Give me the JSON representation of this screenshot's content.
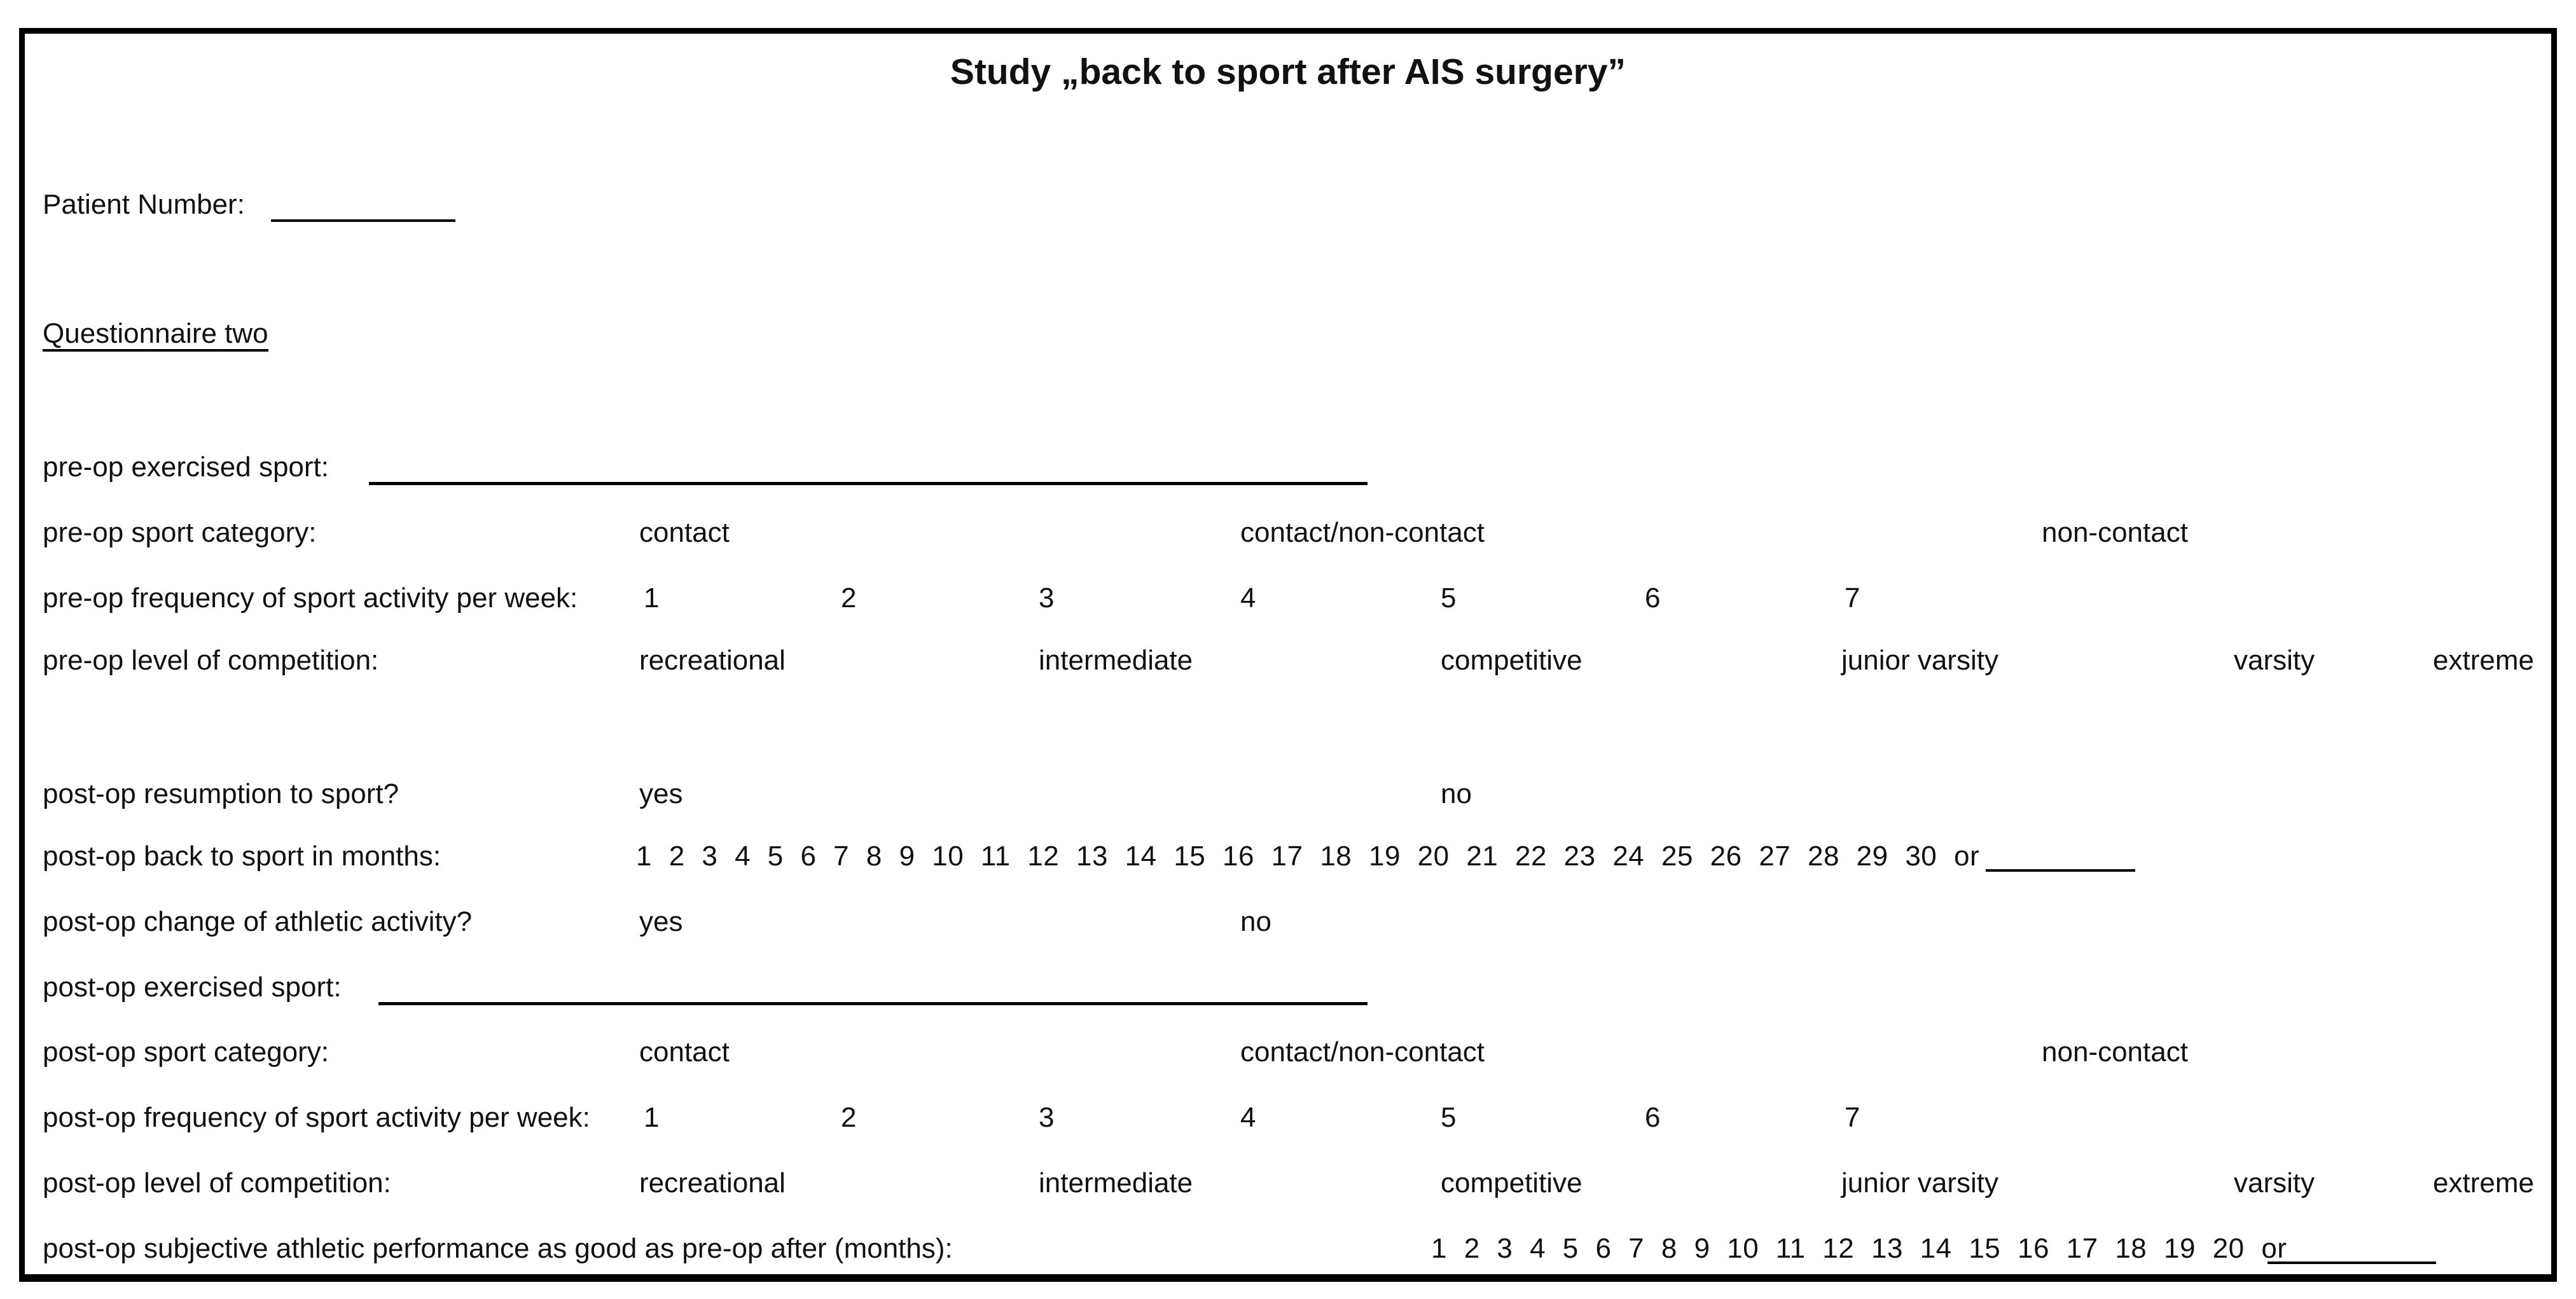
{
  "title": "Study „back to sport after AIS surgery”",
  "patient_number_label": "Patient Number:",
  "section_heading": "Questionnaire two",
  "pre_op": {
    "exercised_sport_label": "pre-op exercised sport:",
    "sport_category_label": "pre-op sport category:",
    "sport_category_options": [
      "contact",
      "contact/non-contact",
      "non-contact"
    ],
    "frequency_label": "pre-op frequency of sport activity per week:",
    "frequency_options": [
      "1",
      "2",
      "3",
      "4",
      "5",
      "6",
      "7"
    ],
    "level_label": "pre-op level of competition:",
    "level_options": [
      "recreational",
      "intermediate",
      "competitive",
      "junior varsity",
      "varsity",
      "extreme"
    ]
  },
  "post_op": {
    "resumption_label": "post-op resumption to sport?",
    "resumption_options": [
      "yes",
      "no"
    ],
    "back_to_sport_label": "post-op back to sport in months:",
    "back_to_sport_numbers": "1 2 3 4 5 6 7 8 9 10 11 12 13 14 15 16 17 18 19 20 21 22 23 24 25 26 27 28 29 30 or",
    "change_label": "post-op change of athletic activity?",
    "change_options": [
      "yes",
      "no"
    ],
    "exercised_sport_label": "post-op exercised sport:",
    "sport_category_label": "post-op sport category:",
    "sport_category_options": [
      "contact",
      "contact/non-contact",
      "non-contact"
    ],
    "frequency_label": "post-op frequency of sport activity per week:",
    "frequency_options": [
      "1",
      "2",
      "3",
      "4",
      "5",
      "6",
      "7"
    ],
    "level_label": "post-op level of competition:",
    "level_options": [
      "recreational",
      "intermediate",
      "competitive",
      "junior varsity",
      "varsity",
      "extreme"
    ],
    "performance_label": "post-op subjective athletic performance as good as pre-op after (months):",
    "performance_numbers": "1 2 3 4 5 6 7 8 9 10 11 12 13 14 15 16 17 18 19 20 or"
  }
}
